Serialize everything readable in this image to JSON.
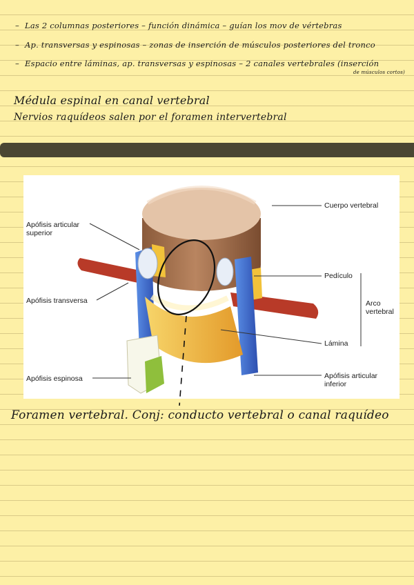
{
  "notes": {
    "line1": "Las 2 columnas posteriores – función dinámica – guían los mov de vértebras",
    "line2": "Ap. transversas y espinosas – zonas de inserción de músculos posteriores del tronco",
    "line3": "Espacio entre láminas, ap. transversas y espinosas – 2 canales vertebrales (inserción",
    "line3_sub": "de músculos cortos)",
    "line4": "Médula espinal en canal vertebral",
    "line5": "Nervios raquídeos salen por el foramen intervertebral",
    "bottom": "Foramen vertebral. Conj: conducto vertebral o canal raquídeo"
  },
  "figure": {
    "labels": {
      "cuerpo": "Cuerpo vertebral",
      "articular_sup_1": "Apófisis articular",
      "articular_sup_2": "superior",
      "pediculo": "Pedículo",
      "arco_1": "Arco",
      "arco_2": "vertebral",
      "transversa": "Apófisis transversa",
      "lamina": "Lámina",
      "espinosa": "Apófisis espinosa",
      "articular_inf_1": "Apófisis articular",
      "articular_inf_2": "inferior"
    },
    "colors": {
      "body": "#e2c2a6",
      "transverse": "#b83a28",
      "articular": "#3b69c7",
      "pedicle": "#f2c23a",
      "spinous": "#8fbf3c"
    }
  }
}
